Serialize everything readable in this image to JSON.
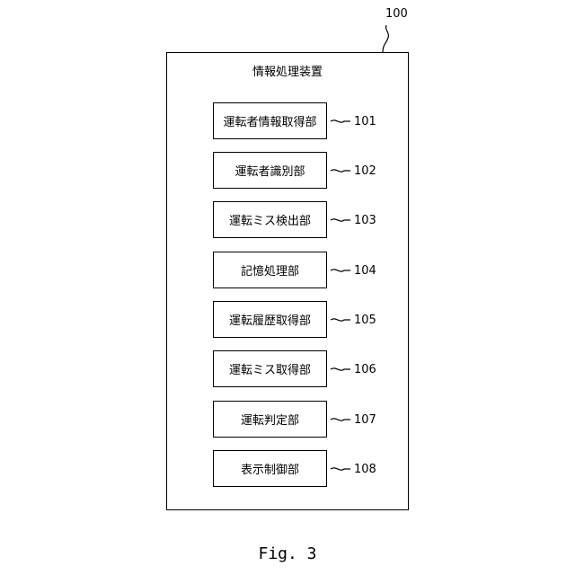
{
  "figure_label": "Fig. 3",
  "device": {
    "title": "情報処理装置",
    "ref": "100"
  },
  "units": [
    {
      "label": "運転者情報取得部",
      "ref": "101"
    },
    {
      "label": "運転者識別部",
      "ref": "102"
    },
    {
      "label": "運転ミス検出部",
      "ref": "103"
    },
    {
      "label": "記憶処理部",
      "ref": "104"
    },
    {
      "label": "運転履歴取得部",
      "ref": "105"
    },
    {
      "label": "運転ミス取得部",
      "ref": "106"
    },
    {
      "label": "運転判定部",
      "ref": "107"
    },
    {
      "label": "表示制御部",
      "ref": "108"
    }
  ]
}
